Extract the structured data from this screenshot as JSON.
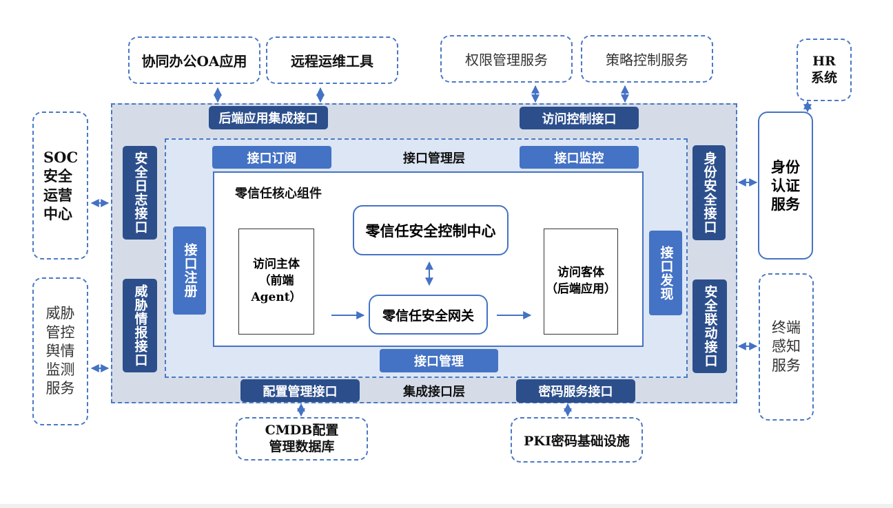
{
  "external_top": {
    "oa": "协同办公OA应用",
    "ops": "远程运维工具",
    "perm": "权限管理服务",
    "policy": "策略控制服务",
    "hr": "HR\n系统"
  },
  "external_left": {
    "soc": "SOC\n安全\n运营\n中心",
    "threat": "威胁\n管控\n舆情\n监测\n服务"
  },
  "external_right": {
    "auth": "身份\n认证\n服务",
    "terminal": "终端\n感知\n服务"
  },
  "external_bottom": {
    "cmdb": "CMDB配置\n管理数据库",
    "pki": "PKI密码基础设施"
  },
  "integration_layer": {
    "title": "集成接口层",
    "backend_api": "后端应用集成接口",
    "access_ctrl": "访问控制接口",
    "sec_log": "安全日志接口",
    "threat_intel": "威胁情报接口",
    "identity": "身份安全接口",
    "linkage": "安全联动接口",
    "config_mgmt": "配置管理接口",
    "crypto": "密码服务接口"
  },
  "interface_layer": {
    "title": "接口管理层",
    "subscribe": "接口订阅",
    "monitor": "接口监控",
    "register": "接口注册",
    "discover": "接口发现",
    "manage": "接口管理"
  },
  "core": {
    "title": "零信任核心组件",
    "control_center": "零信任安全控制中心",
    "gateway": "零信任安全网关",
    "subject": "访问主体\n（前端Agent）",
    "object": "访问客体\n（后端应用）"
  },
  "colors": {
    "dark_label": "#2c4f8c",
    "mid_label": "#4472c4",
    "outer_bg": "#d5dce8",
    "inner_bg": "#dce6f4",
    "dashed": "#4a78c4"
  }
}
